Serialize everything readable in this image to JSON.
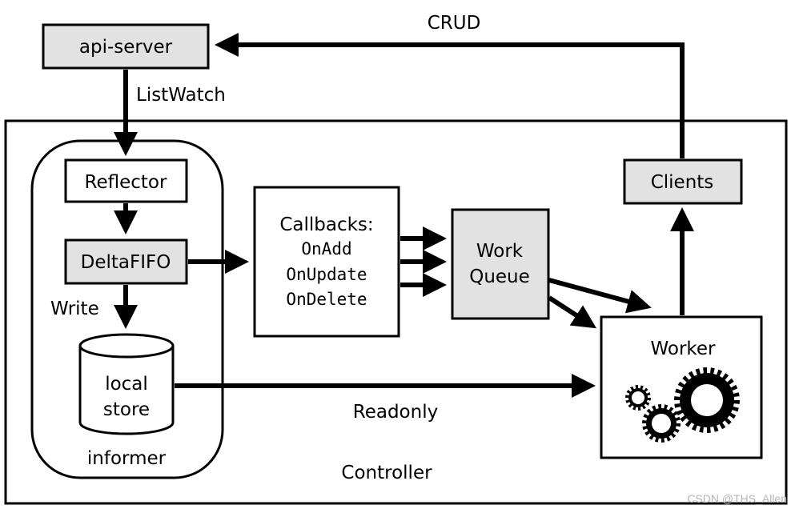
{
  "nodes": {
    "api_server": "api-server",
    "reflector": "Reflector",
    "delta_fifo": "DeltaFIFO",
    "local_store_line1": "local",
    "local_store_line2": "store",
    "informer": "informer",
    "callbacks_title": "Callbacks:",
    "callbacks_items": [
      "OnAdd",
      "OnUpdate",
      "OnDelete"
    ],
    "work_queue_line1": "Work",
    "work_queue_line2": "Queue",
    "worker": "Worker",
    "clients": "Clients",
    "controller": "Controller"
  },
  "edges": {
    "crud": "CRUD",
    "listwatch": "ListWatch",
    "write": "Write",
    "readonly": "Readonly"
  },
  "watermark": "CSDN @THS_Allen"
}
